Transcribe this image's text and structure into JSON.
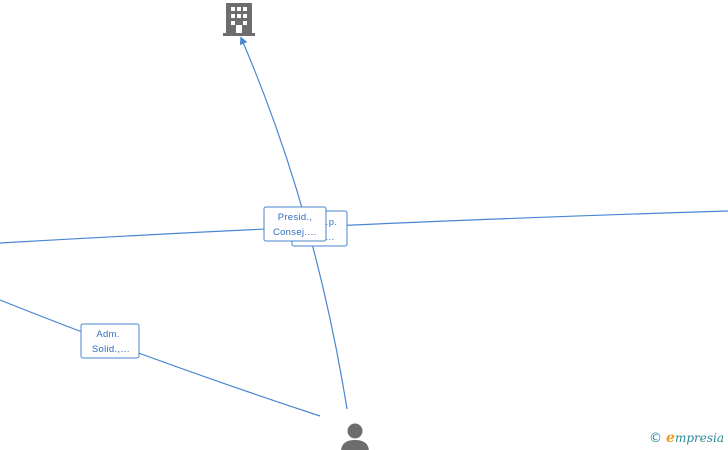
{
  "nodes": {
    "company": {
      "icon": "building-icon"
    },
    "person": {
      "icon": "person-icon"
    }
  },
  "edge_labels": [
    {
      "id": "rear",
      "line1": "…p.",
      "line2": "…"
    },
    {
      "id": "front",
      "line1": "Presid.,",
      "line2": "Consej.…"
    },
    {
      "id": "bottom",
      "line1": "Adm.",
      "line2": "Solid.,…"
    }
  ],
  "brand": {
    "copyright": "©",
    "initial": "e",
    "name": "mpresia"
  },
  "colors": {
    "edge": "#4a86d0",
    "label_text": "#2f6fc0",
    "icon": "#6d6d6d",
    "brand_accent": "#f29b1d",
    "brand_text": "#2a8a9a"
  }
}
